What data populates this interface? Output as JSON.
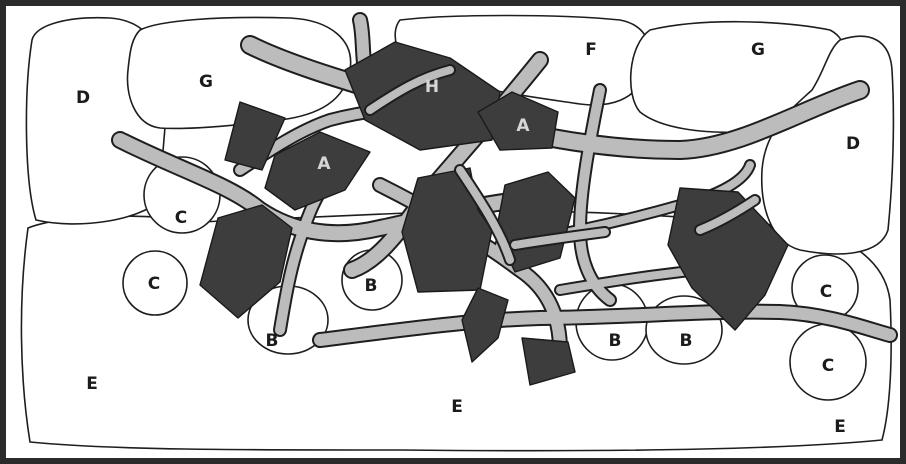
{
  "diagram": {
    "labels": {
      "A": "A",
      "B": "B",
      "C": "C",
      "D": "D",
      "E": "E",
      "F": "F",
      "G": "G",
      "H": "H"
    },
    "colors": {
      "background": "#ffffff",
      "outline": "#1e1e1e",
      "fiber_fill": "#bcbcbc",
      "polygon_fill": "#3d3d3d",
      "label_dark": "#1b1b1b",
      "label_light": "#d6d6d6"
    }
  }
}
